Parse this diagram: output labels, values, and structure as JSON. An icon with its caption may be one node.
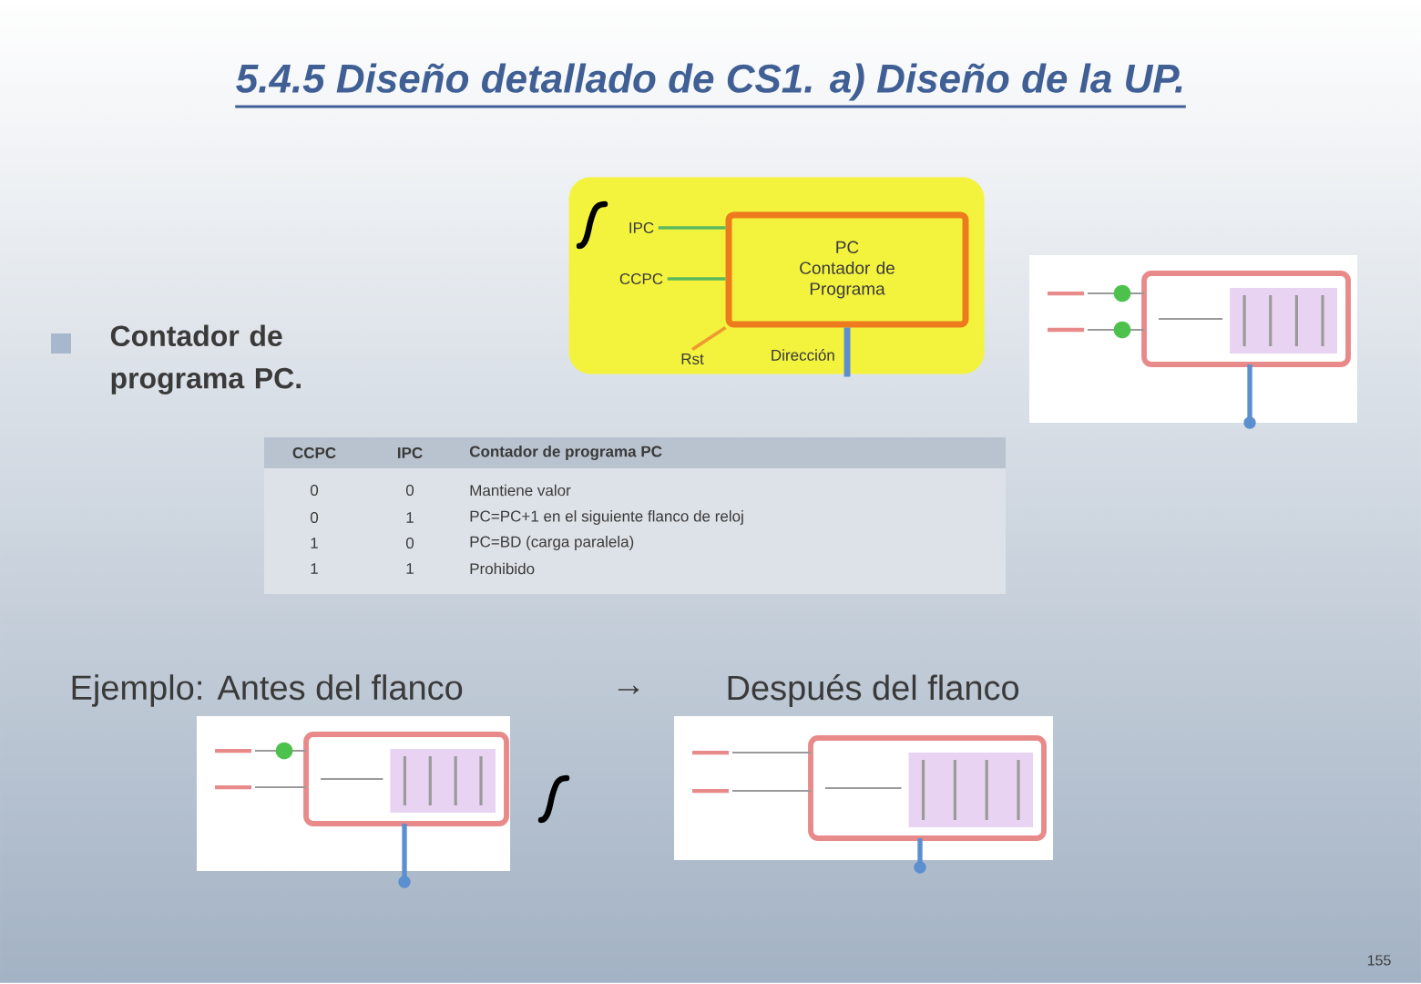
{
  "diagram": {
    "title": "5.4.5 Diseño detallado de CS1. a) Diseño de la UP.",
    "nodes": [
      {
        "text": [],
        "shape": "box"
      },
      {
        "text": [
          "PC",
          "Contador de Programa"
        ],
        "in": 0
      },
      {
        "text": [
          "IPC"
        ],
        "in": 0
      },
      {
        "text": [
          "CCPC"
        ],
        "in": 0
      },
      {
        "text": [
          "Rst"
        ],
        "in": 0
      }
    ],
    "edges": [
      {
        "from": 2,
        "to": 1,
        "arrow": "none",
        "color": "#5cb85c"
      },
      {
        "from": 3,
        "to": 1,
        "arrow": "none",
        "color": "#5cb85c"
      },
      {
        "from": 4,
        "to": 1,
        "arrow": "none",
        "color": "#ee9a30"
      },
      {
        "from": 1,
        "to": null,
        "arrow": "none",
        "label": "Dirección",
        "style": "thick",
        "color": "#5b8fd0"
      }
    ],
    "labels": [
      "Contador de programa PC.",
      "CCPC",
      "IPC",
      "Contador de programa PC",
      "0",
      "0",
      "Mantiene valor",
      "0",
      "1",
      "PC=PC+1 en el siguiente flanco de reloj",
      "1",
      "0",
      "PC=BD (carga paralela)",
      "1",
      "1",
      "Prohibido",
      "Ejemplo: Antes del flanco",
      "→",
      "Después del flanco",
      "155"
    ]
  }
}
